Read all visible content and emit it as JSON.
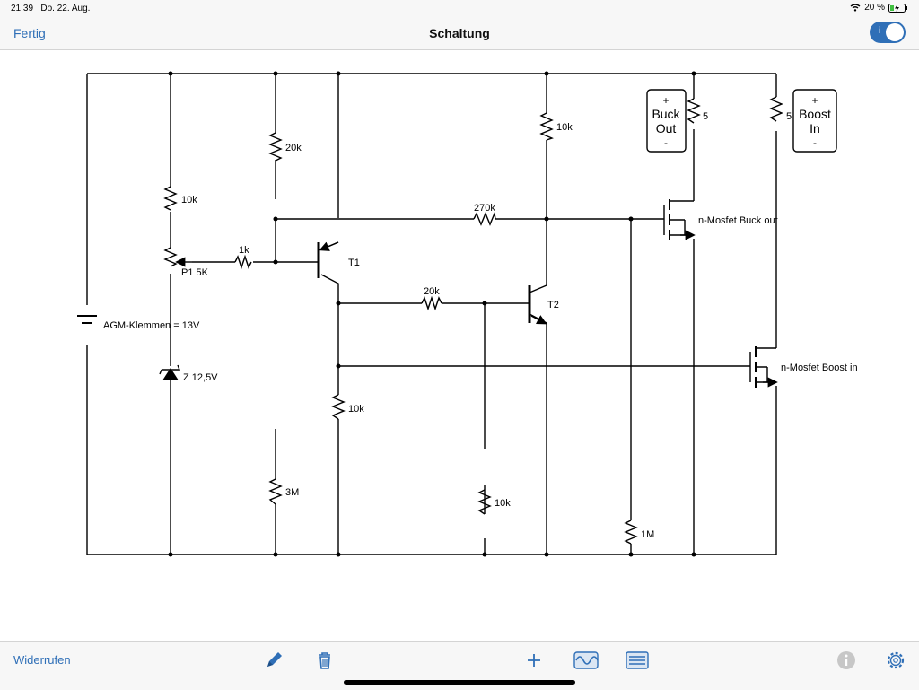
{
  "status": {
    "time": "21:39",
    "date": "Do. 22. Aug.",
    "battery": "20 %"
  },
  "nav": {
    "done_label": "Fertig",
    "title": "Schaltung",
    "toggle_label": "i",
    "toggle_on": true
  },
  "toolbar": {
    "undo_label": "Widerrufen"
  },
  "icons": {
    "wifi": "wifi-icon",
    "battery": "battery-charging-icon",
    "edit": "pencil-icon",
    "delete": "trash-icon",
    "add": "plus-icon",
    "scope": "waveform-icon",
    "list": "list-icon",
    "info": "info-icon",
    "settings": "gear-icon"
  },
  "colors": {
    "accent": "#2f6fb7",
    "wire": "#000000",
    "disabled": "#c7c7c7",
    "battery_fill": "#3fbf3f"
  },
  "circuit": {
    "r_10k_a": "10k",
    "pot": "P1 5K",
    "r_1k": "1k",
    "r_20k_a": "20k",
    "r_270k": "270k",
    "r_10k_top": "10k",
    "t1": "T1",
    "r_20k_b": "20k",
    "t2": "T2",
    "battery": "AGM-Klemmen = 13V",
    "zener": "Z 12,5V",
    "r_10k_b": "10k",
    "r_3m": "3M",
    "r_10k_c": "10k",
    "r_1m": "1M",
    "r_5_a": "5",
    "r_5_b": "5",
    "buck_plus": "+",
    "buck_line1": "Buck",
    "buck_line2": "Out",
    "buck_minus": "-",
    "boost_plus": "+",
    "boost_line1": "Boost",
    "boost_line2": "In",
    "boost_minus": "-",
    "mosfet_buck": "n-Mosfet Buck out",
    "mosfet_boost": "n-Mosfet Boost in"
  }
}
